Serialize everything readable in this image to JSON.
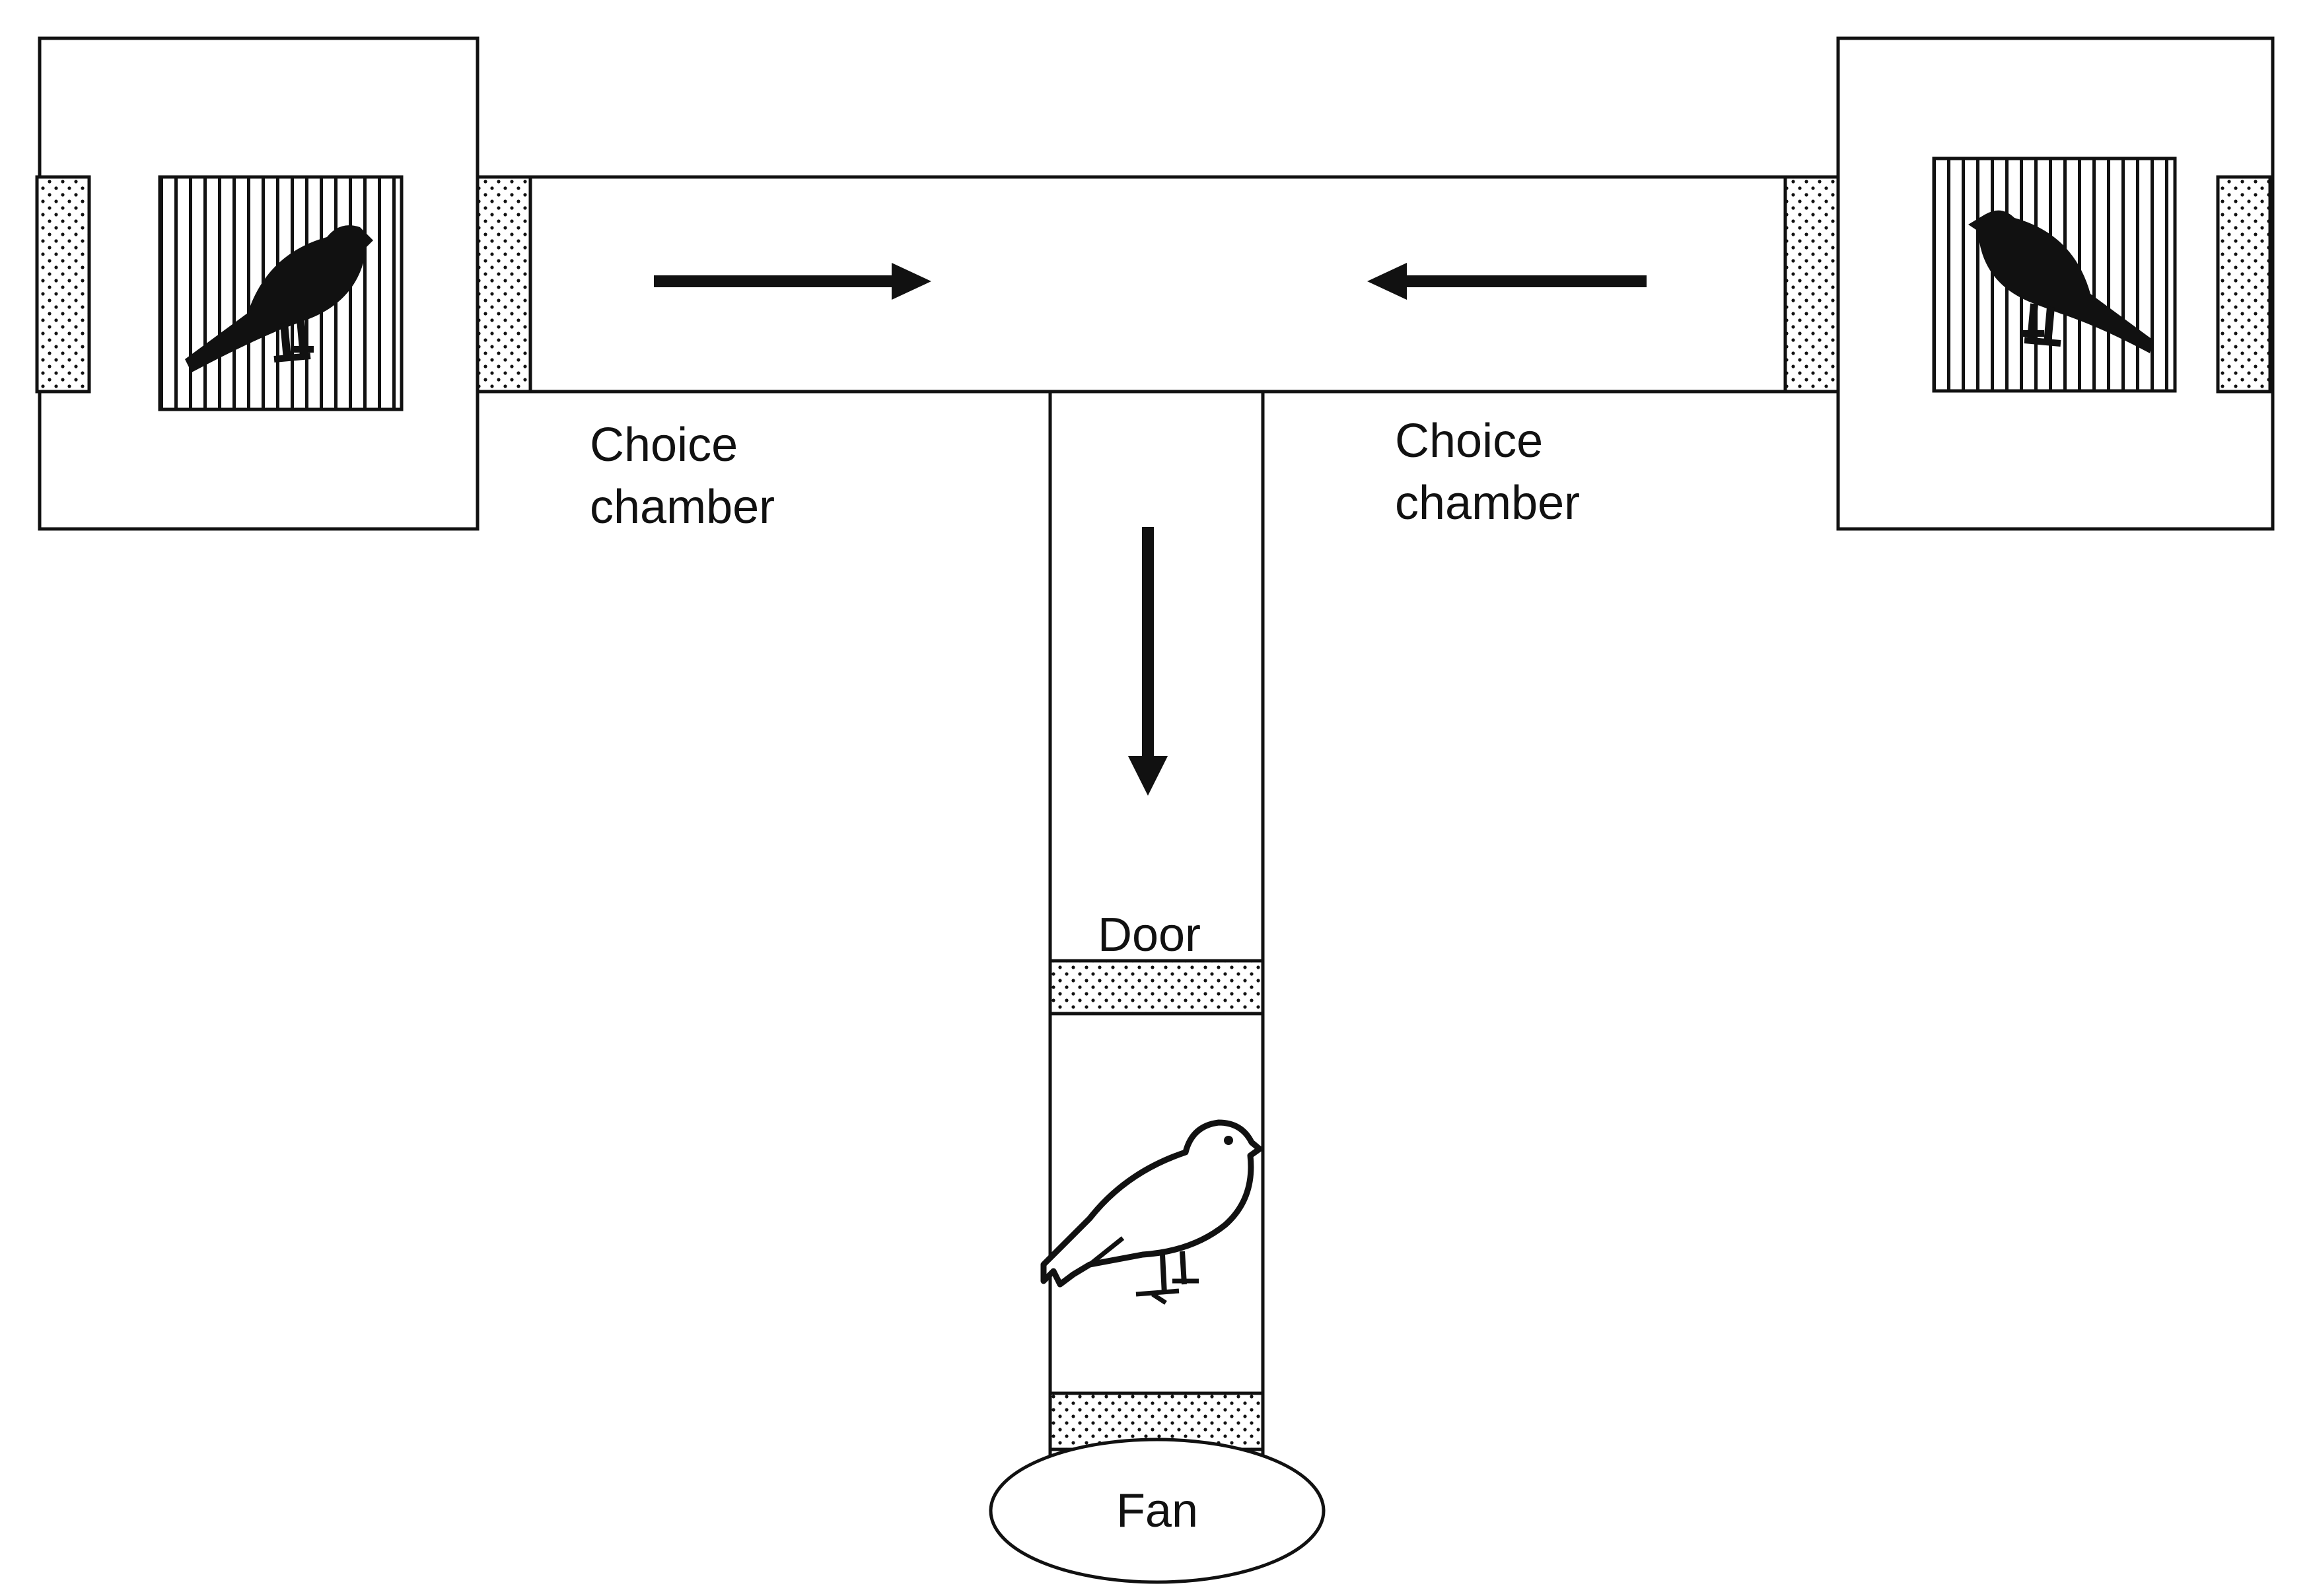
{
  "labels": {
    "choice_left_line1": "Choice",
    "choice_left_line2": "chamber",
    "choice_right_line1": "Choice",
    "choice_right_line2": "chamber",
    "door": "Door",
    "fan": "Fan"
  },
  "icons": {
    "left_stimulus_bird": "bird-silhouette-icon",
    "right_stimulus_bird": "bird-silhouette-icon",
    "focal_bird": "bird-outline-icon"
  },
  "colors": {
    "stroke": "#111111",
    "background": "#ffffff"
  }
}
